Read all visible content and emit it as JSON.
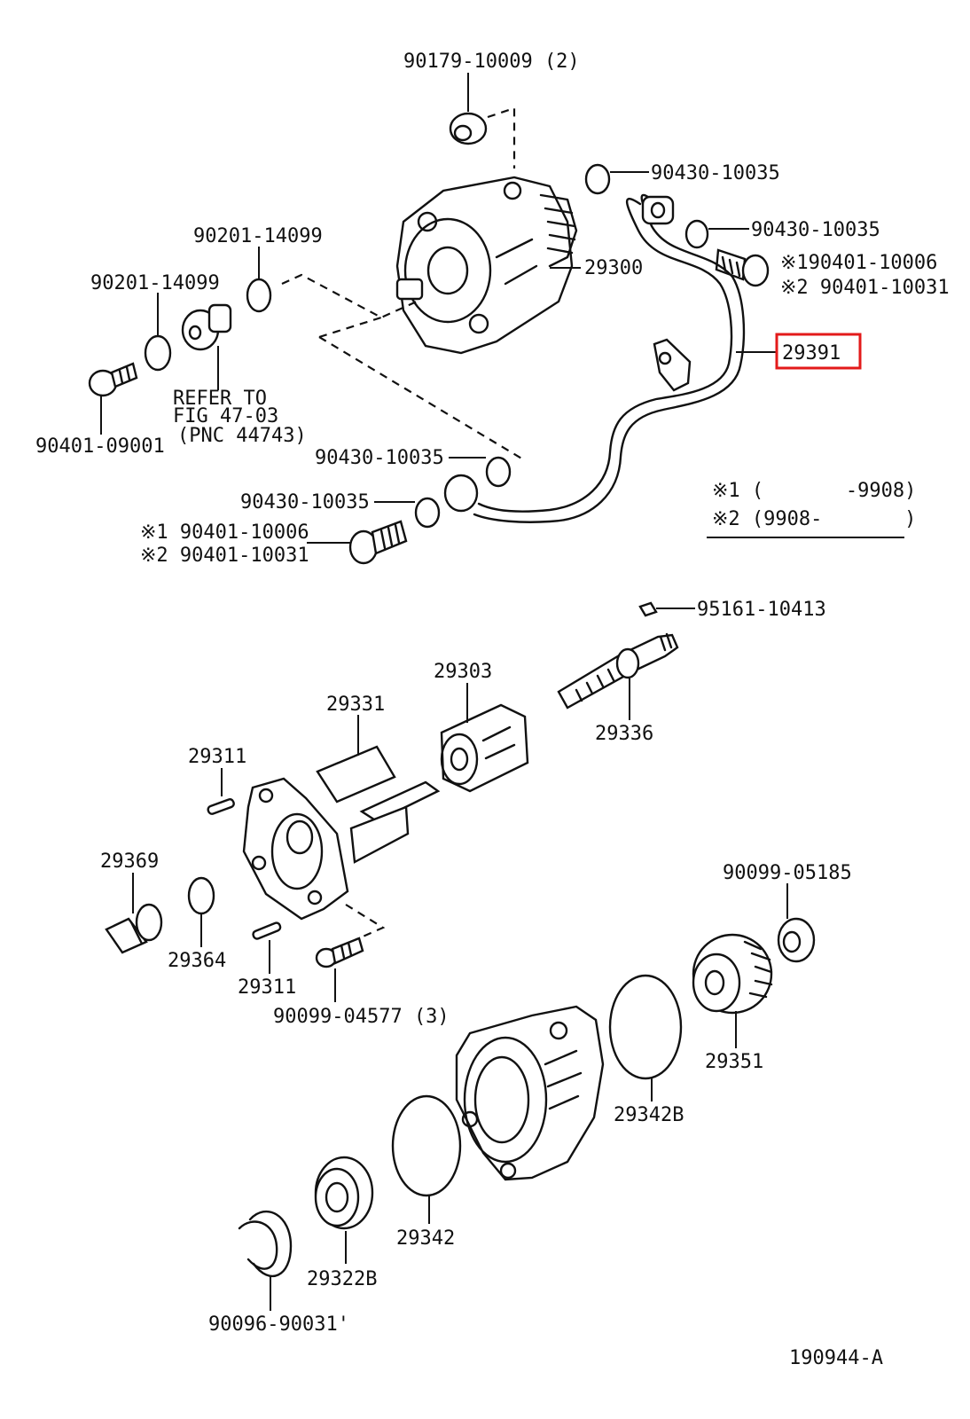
{
  "callouts": {
    "p90179": "90179-10009 (2)",
    "p90430_a": "90430-10035",
    "p90430_b": "90430-10035",
    "p90401_x1_top": "※190401-10006",
    "p90401_x2_top": "※2 90401-10031",
    "p29300": "29300",
    "p29391": "29391",
    "p90201_a": "90201-14099",
    "p90201_b": "90201-14099",
    "refer_1": "REFER TO",
    "refer_2": "FIG 47-03",
    "refer_3": "(PNC 44743)",
    "p90401_09001": "90401-09001",
    "p90430_c": "90430-10035",
    "p90430_d": "90430-10035",
    "p90401_x1_bot": "※1 90401-10006",
    "p90401_x2_bot": "※2 90401-10031",
    "note_1": "※1 (       -9908)",
    "note_2": "※2 (9908-       )",
    "p95161": "95161-10413",
    "p29303": "29303",
    "p29331": "29331",
    "p29336": "29336",
    "p29311_a": "29311",
    "p29369": "29369",
    "p90099_05185": "90099-05185",
    "p29364": "29364",
    "p29311_b": "29311",
    "p90099_04577": "90099-04577 (3)",
    "p29351": "29351",
    "p29342B": "29342B",
    "p29342": "29342",
    "p29322B": "29322B",
    "p90096": "90096-90031'",
    "figure_id": "190944-A"
  },
  "highlight": {
    "part": "29391",
    "color": "#e31a1a"
  }
}
